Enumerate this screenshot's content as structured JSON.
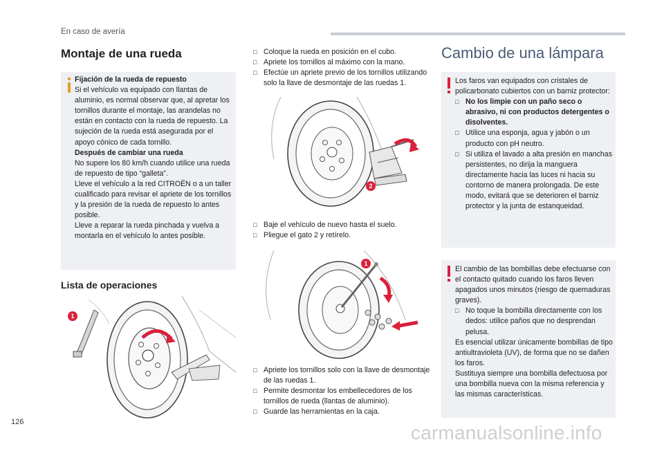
{
  "header": {
    "section": "En caso de avería"
  },
  "page": {
    "number": "126"
  },
  "watermark": "carmanualsonline.info",
  "left": {
    "title": "Montaje de una rueda",
    "info_box": {
      "title1": "Fijación de la rueda de repuesto",
      "p1": "Si el vehículo va equipado con llantas de aluminio, es normal observar que, al apretar los tornillos durante el montaje, las arandelas no están en contacto con la rueda de repuesto. La sujeción de la rueda está asegurada por el apoyo cónico de cada tornillo.",
      "title2": "Después de cambiar una rueda",
      "p2": "No supere los 80 km/h cuando utilice una rueda de repuesto de tipo “galleta”.",
      "p3": "Lleve el vehículo a la red CITROËN o a un taller cualificado para revisar el apriete de los tornillos y la presión de la rueda de repuesto lo antes posible.",
      "p4": "Lleve a reparar la rueda pinchada y vuelva a montarla en el vehículo lo antes posible."
    },
    "ops_title": "Lista de operaciones",
    "badge1": "1"
  },
  "middle": {
    "list1": [
      "Coloque la rueda en posición en el cubo.",
      "Apriete los tornillos al máximo con la mano.",
      "Efectúe un apriete previo de los tornillos utilizando solo la llave de desmontaje de las ruedas 1."
    ],
    "badge2": "2",
    "list2": [
      "Baje el vehículo de nuevo hasta el suelo.",
      "Pliegue el gato 2 y retírelo."
    ],
    "badge3": "1",
    "list3": [
      "Apriete los tornillos solo con la llave de desmontaje de las ruedas 1.",
      "Permite desmontar los embellecedores de los tornillos de rueda (llantas de aluminio).",
      "Guarde las herramientas en la caja."
    ]
  },
  "right": {
    "title": "Cambio de una lámpara",
    "box1": {
      "intro": "Los faros van equipados con cristales de policarbonato cubiertos con un barniz protector:",
      "b1": "No los limpie con un paño seco o abrasivo, ni con productos detergentes o disolventes.",
      "b2": "Utilice una esponja, agua y jabón o un producto con pH neutro.",
      "b3": "Si utiliza el lavado a alta presión en manchas persistentes, no dirija la manguera directamente hacia las luces ni hacia su contorno de manera prolongada. De este modo, evitará que se deterioren el barniz protector y la junta de estanqueidad."
    },
    "box2": {
      "intro": "El cambio de las bombillas debe efectuarse con el contacto quitado cuando los faros lleven apagados unos minutos (riesgo de quemaduras graves).",
      "b1": "No toque la bombilla directamente con los dedos: utilice paños que no desprendan pelusa.",
      "p1": "Es esencial utilizar únicamente bombillas de tipo antiultravioleta (UV), de forma que no se dañen los faros.",
      "p2": "Sustituya siempre una bombilla defectuosa por una bombilla nueva con la misma referencia y las mismas características."
    }
  },
  "colors": {
    "warning_red": "#d9213b",
    "info_blue": "#3a8fd6",
    "box_bg": "#eef0f3",
    "header_bar": "#c9cdd6"
  }
}
